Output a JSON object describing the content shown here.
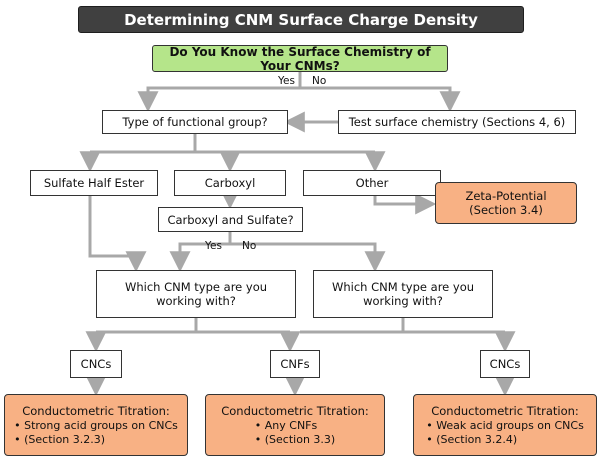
{
  "title": "Determining CNM Surface Charge Density",
  "start": "Do You Know the Surface Chemistry of Your CNMs?",
  "yes_label": "Yes",
  "no_label": "No",
  "type_group": "Type of functional group?",
  "test_chem": "Test surface chemistry (Sections 4, 6)",
  "sulfate": "Sulfate Half Ester",
  "carboxyl": "Carboxyl",
  "other": "Other",
  "zeta": {
    "title": "Zeta-Potential",
    "section": "(Section 3.4)"
  },
  "carb_sulf": "Carboxyl and Sulfate?",
  "which_left": "Which CNM type are you working with?",
  "which_right": "Which CNM type are you working with?",
  "cncs_left": "CNCs",
  "cnfs": "CNFs",
  "cncs_right": "CNCs",
  "method_left": {
    "title": "Conductometric Titration:",
    "items": [
      "Strong acid groups on CNCs",
      "(Section 3.2.3)"
    ]
  },
  "method_mid": {
    "title": "Conductometric Titration:",
    "items": [
      "Any CNFs",
      "(Section 3.3)"
    ]
  },
  "method_right": {
    "title": "Conductometric Titration:",
    "items": [
      "Weak acid groups on CNCs",
      "(Section 3.2.4)"
    ]
  },
  "colors": {
    "title_bg": "#404040",
    "start_bg": "#b5e58a",
    "end_bg": "#f8b184",
    "arrow": "#a8a8a8"
  }
}
